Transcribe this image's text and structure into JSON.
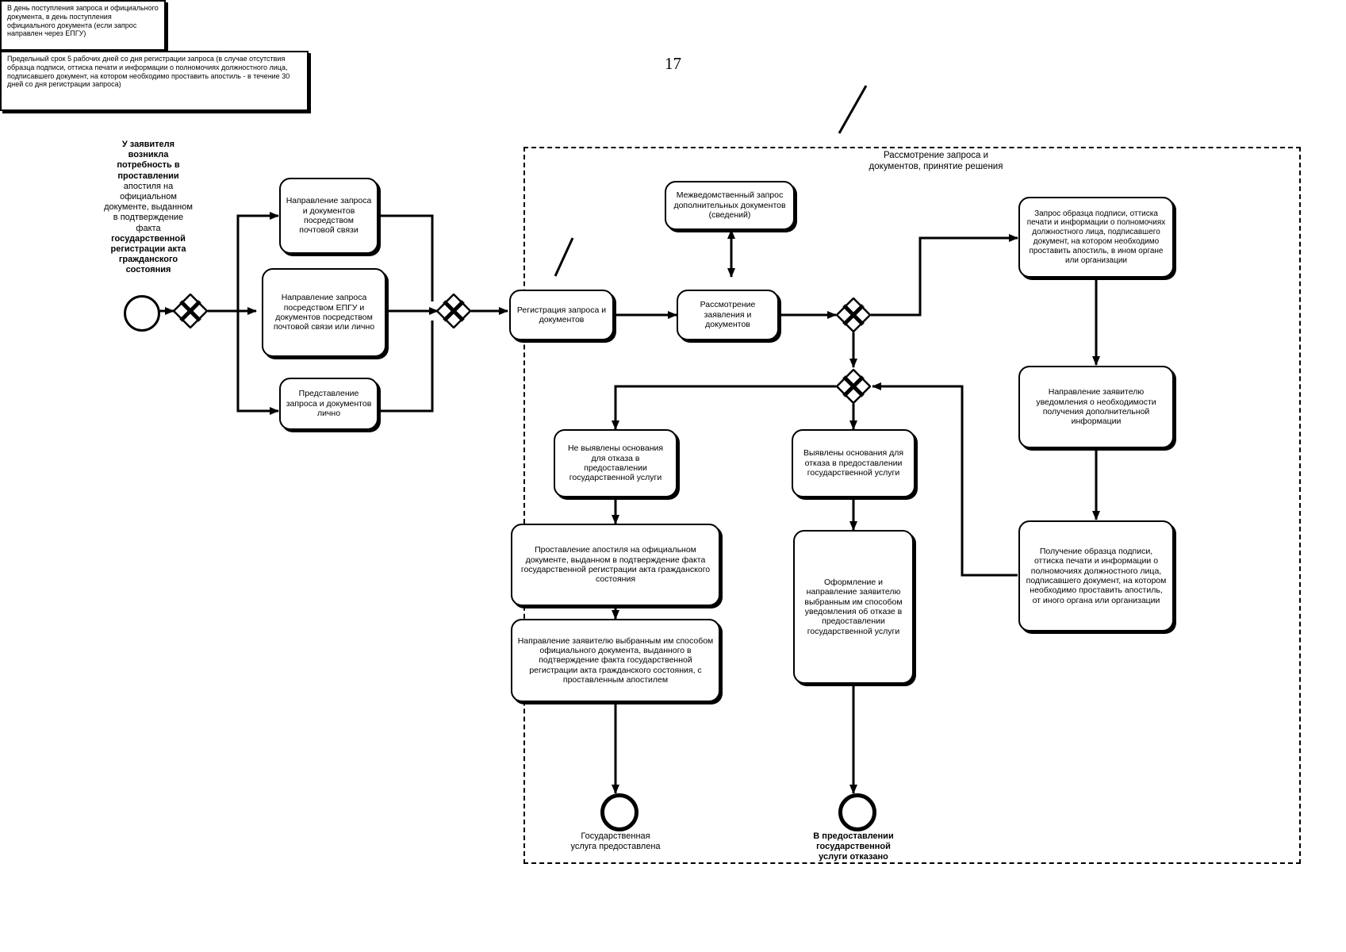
{
  "page": {
    "number": "17"
  },
  "pool": {
    "title": "Рассмотрение запроса и\nдокументов, принятие решения"
  },
  "start": {
    "label": "У заявителя возникла потребность в проставлении апостиля на официальном документе, выданном в подтверждение факта государственной регистрации акта гражданского состояния",
    "bold_head": "У заявителя возникла потребность в проставлении",
    "normal_mid": "апостиля на официальном документе, выданном в подтверждение факта",
    "bold_tail": "государственной регистрации акта гражданского состояния"
  },
  "notes": {
    "deadline": "Предельный срок 5 рабочих дней со дня регистрации запроса (в случае отсутствия образца подписи, оттиска печати и информации о полномочиях должностного лица, подписавшего документ, на котором необходимо проставить апостиль - в течение 30 дней со дня регистрации запроса)",
    "registration_day": "В день поступления запроса и официального документа, в день поступления официального документа (если запрос направлен через ЕПГУ)"
  },
  "tasks": {
    "post_submit": "Направление запроса и документов посредством почтовой связи",
    "epgu_submit": "Направление запроса посредством ЕПГУ и документов посредством почтовой связи или лично",
    "personal_submit": "Представление запроса и документов лично",
    "registration": "Регистрация запроса и документов",
    "review": "Рассмотрение заявления и документов",
    "interdept_request": "Межведомственный запрос дополнительных документов (сведений)",
    "sample_request": "Запрос образца подписи, оттиска печати и информации о полномочиях должностного лица, подписавшего документ, на котором необходимо проставить апостиль, в ином органе или организации",
    "notify_applicant": "Направление заявителю уведомления о необходимости получения дополнительной информации",
    "receive_samples": "Получение образца подписи, оттиска печати и информации о полномочиях должностного лица, подписавшего документ, на котором необходимо проставить апостиль, от иного органа или организации",
    "no_refusal_grounds": "Не выявлены основания для отказа в предоставлении государственной услуги",
    "refusal_grounds": "Выявлены основания для отказа в предоставлении государственной услуги",
    "apply_apostille": "Проставление апостиля на официальном документе, выданном в подтверждение факта государственной регистрации акта гражданского состояния",
    "send_result": "Направление заявителю выбранным им способом официального документа, выданного в подтверждение факта государственной регистрации акта гражданского состояния, с проставленным апостилем",
    "refusal_notice": "Оформление и направление заявителю выбранным им способом уведомления об отказе в предоставлении государственной услуги"
  },
  "ends": {
    "service_provided": "Государственная\nуслуга предоставлена",
    "service_refused": "В предоставлении\nгосударственной\nуслуги отказано"
  },
  "gateways": {
    "split_submit": "exclusive-gateway",
    "join_submit": "exclusive-gateway",
    "after_review": "exclusive-gateway",
    "decision": "exclusive-gateway"
  },
  "colors": {
    "line": "#000000",
    "fill": "#ffffff"
  }
}
